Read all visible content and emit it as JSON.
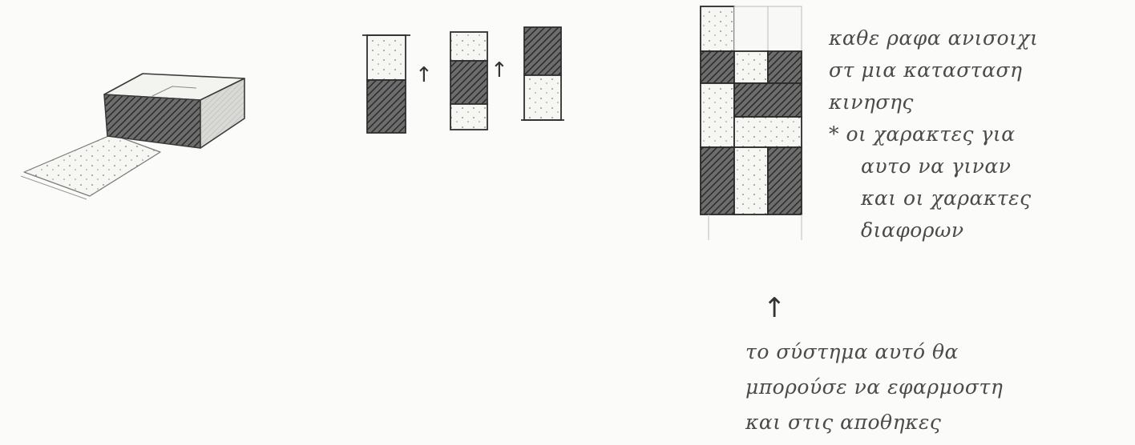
{
  "figure": {
    "kind": "hand-drawn pencil sketch",
    "stroke_color": "#3a3a3a",
    "hatch_color": "#2b2b2b",
    "paper_color": "#fbfbf9"
  },
  "sequence_arrows": [
    "↑",
    "↑"
  ],
  "grid_arrow": "↑",
  "annotations": {
    "right": [
      "καθε ραφα ανισοιχι",
      "στ μια κατασταση",
      "κινησης",
      "* οι χαρακτες για",
      "αυτο να γιναν",
      "και οι χαρακτες",
      "διαφορων"
    ],
    "bottom": [
      "το σύστημα αυτό θα",
      "μπορούσε να εφαρμοστη",
      "και στις αποθηκες"
    ]
  }
}
